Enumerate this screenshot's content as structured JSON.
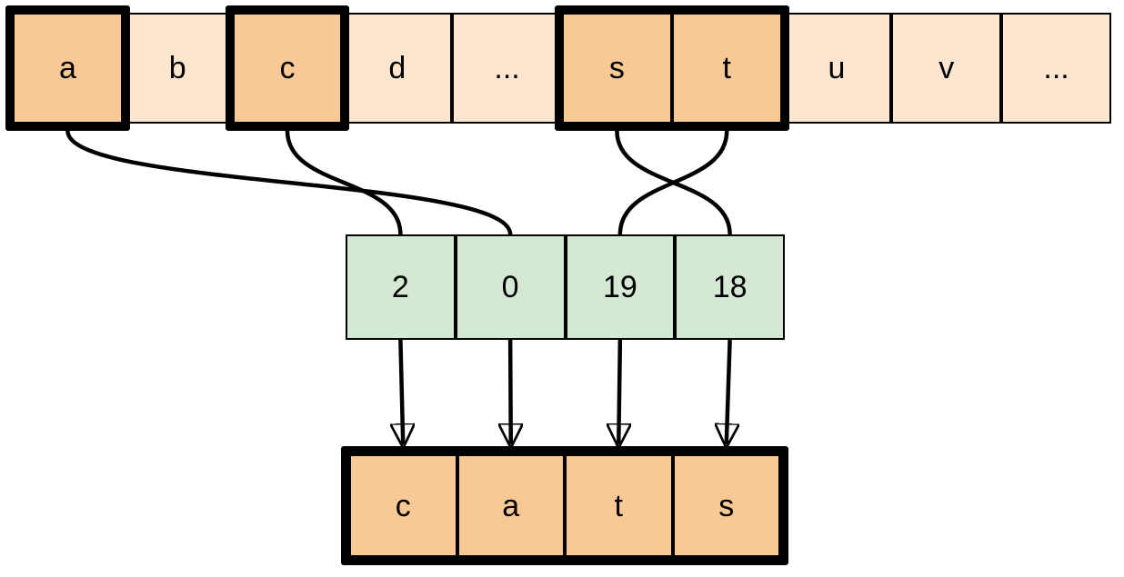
{
  "diagram": {
    "title": "String indexing and rearrangement diagram",
    "colors": {
      "alphabet_fill": "#FCE6D0",
      "alphabet_selected_fill": "#F8C994",
      "index_fill": "#D5E8D4",
      "output_fill": "#F8C994",
      "stroke": "#000000"
    }
  },
  "alphabet_row": {
    "name": "alphabet-strip",
    "cells": [
      {
        "label": "a",
        "selected": true
      },
      {
        "label": "b",
        "selected": false
      },
      {
        "label": "c",
        "selected": true
      },
      {
        "label": "d",
        "selected": false
      },
      {
        "label": "...",
        "selected": false
      },
      {
        "label": "s",
        "selected": true
      },
      {
        "label": "t",
        "selected": true
      },
      {
        "label": "u",
        "selected": false
      },
      {
        "label": "v",
        "selected": false
      },
      {
        "label": "...",
        "selected": false
      }
    ],
    "emphasis_groups": [
      {
        "name": "frame-a",
        "start": 0,
        "end": 0
      },
      {
        "name": "frame-c",
        "start": 2,
        "end": 2
      },
      {
        "name": "frame-st",
        "start": 5,
        "end": 6
      }
    ]
  },
  "index_row": {
    "name": "index-array",
    "cells": [
      {
        "label": "2"
      },
      {
        "label": "0"
      },
      {
        "label": "19"
      },
      {
        "label": "18"
      }
    ]
  },
  "output_row": {
    "name": "output-word",
    "word": "cats",
    "cells": [
      {
        "label": "c"
      },
      {
        "label": "a"
      },
      {
        "label": "t"
      },
      {
        "label": "s"
      }
    ]
  },
  "connectors": {
    "curves": [
      {
        "name": "link-a-to-index-1",
        "from_letter": "a",
        "to_index_cell": 1
      },
      {
        "name": "link-c-to-index-0",
        "from_letter": "c",
        "to_index_cell": 0
      },
      {
        "name": "link-s-to-index-3",
        "from_letter": "s",
        "to_index_cell": 3
      },
      {
        "name": "link-t-to-index-2",
        "from_letter": "t",
        "to_index_cell": 2
      }
    ],
    "arrows": [
      {
        "name": "arrow-index-0-to-out-0",
        "from_index_cell": 0,
        "to_output_cell": 0
      },
      {
        "name": "arrow-index-1-to-out-1",
        "from_index_cell": 1,
        "to_output_cell": 1
      },
      {
        "name": "arrow-index-2-to-out-2",
        "from_index_cell": 2,
        "to_output_cell": 2
      },
      {
        "name": "arrow-index-3-to-out-3",
        "from_index_cell": 3,
        "to_output_cell": 3
      }
    ]
  }
}
